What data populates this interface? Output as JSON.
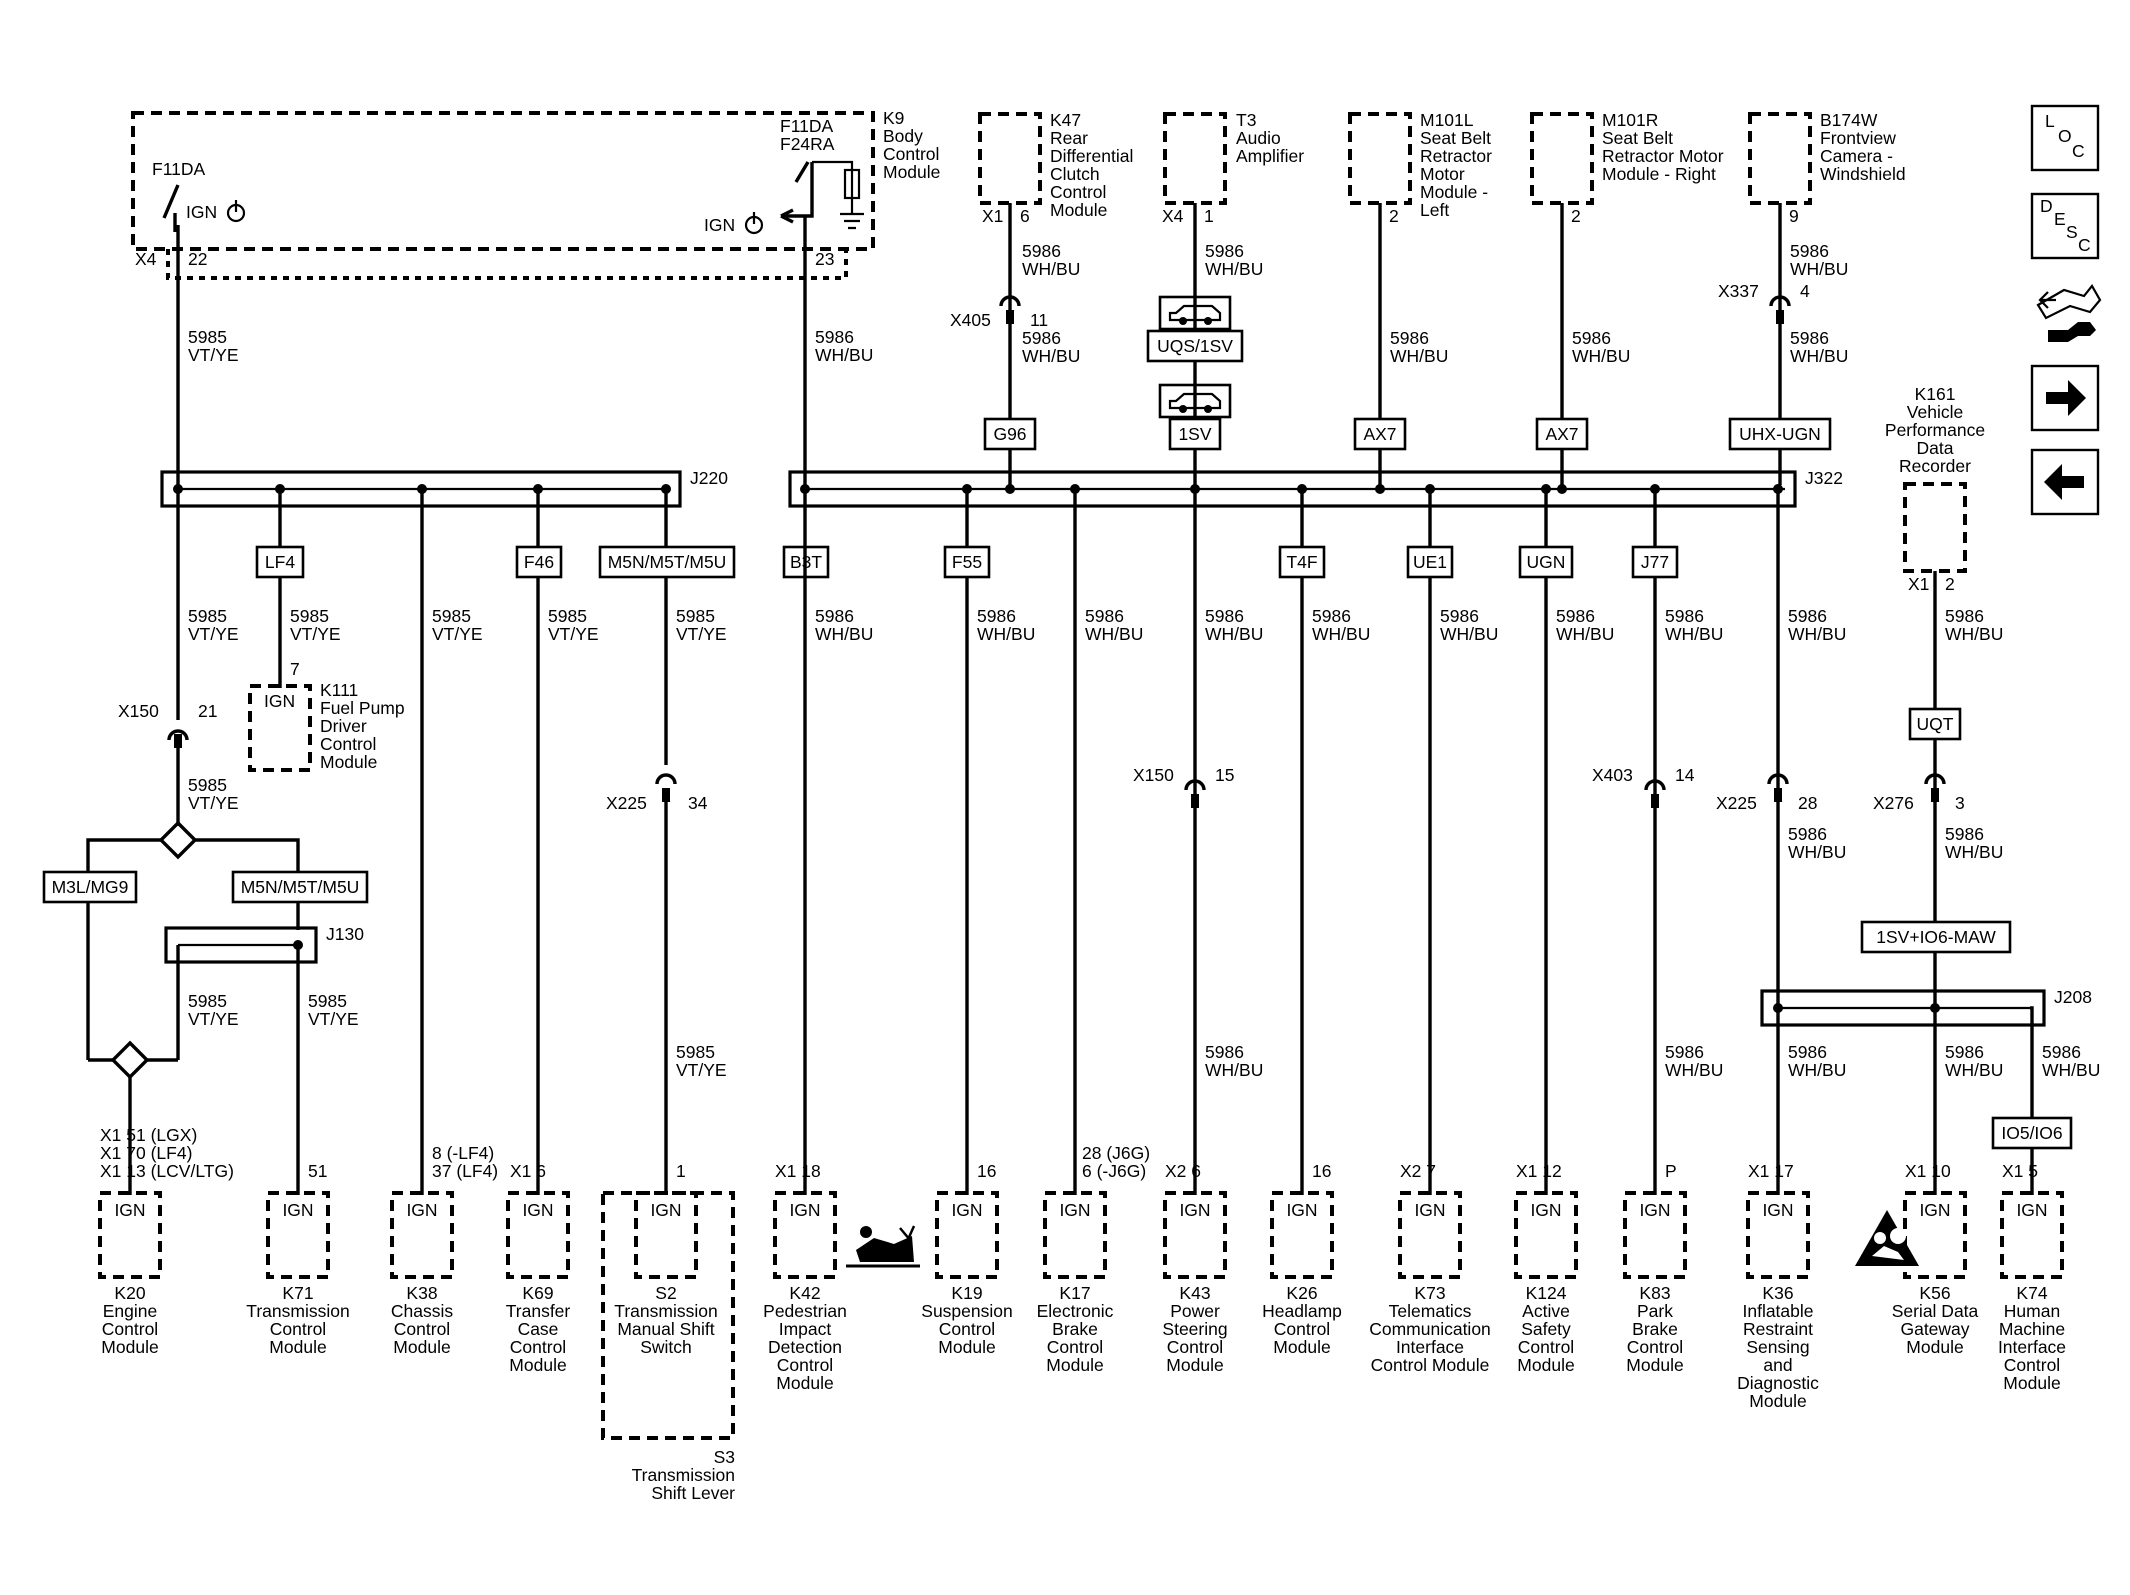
{
  "body_control": {
    "name": "K9",
    "desc_lines": [
      "Body",
      "Control",
      "Module"
    ],
    "left_switch": "F11DA",
    "left_ign": "IGN",
    "right_switch_lines": [
      "F11DA",
      "F24RA"
    ],
    "right_ign": "IGN",
    "connector": "X4",
    "pin_left": "22",
    "pin_right": "23"
  },
  "wire_main_left": [
    "5985",
    "VT/YE"
  ],
  "wire_main_right": [
    "5986",
    "WH/BU"
  ],
  "top_modules": [
    {
      "id": "K47",
      "lines": [
        "K47",
        "Rear",
        "Differential",
        "Clutch",
        "Control",
        "Module"
      ],
      "conn": "X1",
      "pin": "6",
      "wire1": [
        "5986",
        "WH/BU"
      ],
      "inline": "X405",
      "inline_pin": "11",
      "wire2": [
        "5986",
        "WH/BU"
      ],
      "option": "G96"
    },
    {
      "id": "T3",
      "lines": [
        "T3",
        "Audio",
        "Amplifier"
      ],
      "conn": "X4",
      "pin": "1",
      "wire1": [
        "5986",
        "WH/BU"
      ],
      "option_mid": "UQS/1SV",
      "option": "1SV"
    },
    {
      "id": "M101L",
      "lines": [
        "M101L",
        "Seat Belt",
        "Retractor",
        "Motor",
        "Module -",
        "Left"
      ],
      "pin": "2",
      "wire1": [
        "5986",
        "WH/BU"
      ],
      "option": "AX7"
    },
    {
      "id": "M101R",
      "lines": [
        "M101R",
        "Seat Belt",
        "Retractor Motor",
        "Module - Right"
      ],
      "pin": "2",
      "wire1": [
        "5986",
        "WH/BU"
      ],
      "option": "AX7"
    },
    {
      "id": "B174W",
      "lines": [
        "B174W",
        "Frontview",
        "Camera -",
        "Windshield"
      ],
      "pin": "9",
      "wire1": [
        "5986",
        "WH/BU"
      ],
      "inline": "X337",
      "inline_pin": "4",
      "wire2": [
        "5986",
        "WH/BU"
      ],
      "option": "UHX-UGN"
    }
  ],
  "splices": {
    "j220": "J220",
    "j322": "J322",
    "j130": "J130",
    "j208": "J208"
  },
  "left_branches": {
    "lf4": "LF4",
    "f46": "F46",
    "m5n_top": "M5N/M5T/M5U",
    "b3t": "B3T",
    "k111_lines": [
      "K111",
      "Fuel Pump",
      "Driver",
      "Control",
      "Module"
    ],
    "k111_pin": "7",
    "k111_ign": "IGN",
    "x150": "X150",
    "x150_pin": "21",
    "m3l": "M3L/MG9",
    "m5n_low": "M5N/M5T/M5U",
    "x225": "X225",
    "x225_pin": "34",
    "k20_pins": [
      "X1  51 (LGX)",
      "X1  70 (LF4)",
      "X1  13 (LCV/LTG)"
    ],
    "k38_pins": [
      "8 (-LF4)",
      "37 (LF4)"
    ],
    "k17_pins": [
      "28 (J6G)",
      "6 (-J6G)"
    ]
  },
  "right_branches": {
    "f55": "F55",
    "t4f": "T4F",
    "ue1": "UE1",
    "ugn": "UGN",
    "j77": "J77",
    "x150": "X150",
    "x150_pin": "15",
    "x403": "X403",
    "x403_pin": "14",
    "x225": "X225",
    "x225_pin": "28",
    "k161_lines": [
      "K161",
      "Vehicle",
      "Performance",
      "Data",
      "Recorder"
    ],
    "k161_conn": "X1",
    "k161_pin": "2",
    "uqt": "UQT",
    "x276": "X276",
    "x276_pin": "3",
    "io6maw": "1SV+IO6-MAW",
    "io5": "IO5/IO6"
  },
  "bottom_modules": [
    {
      "id": "K20",
      "lines": [
        "K20",
        "Engine",
        "Control",
        "Module"
      ],
      "pin_label": "",
      "ign": "IGN"
    },
    {
      "id": "K71",
      "lines": [
        "K71",
        "Transmission",
        "Control",
        "Module"
      ],
      "pin_label": "51",
      "ign": "IGN"
    },
    {
      "id": "K38",
      "lines": [
        "K38",
        "Chassis",
        "Control",
        "Module"
      ],
      "pin_label": "",
      "ign": "IGN"
    },
    {
      "id": "K69",
      "lines": [
        "K69",
        "Transfer",
        "Case",
        "Control",
        "Module"
      ],
      "pin_label": "X1  6",
      "ign": "IGN"
    },
    {
      "id": "S2",
      "lines": [
        "S2",
        "Transmission",
        "Manual Shift",
        "Switch"
      ],
      "pin_label": "1",
      "ign": "IGN"
    },
    {
      "id": "K42",
      "lines": [
        "K42",
        "Pedestrian",
        "Impact",
        "Detection",
        "Control",
        "Module"
      ],
      "pin_label": "X1  18",
      "ign": "IGN"
    },
    {
      "id": "K19",
      "lines": [
        "K19",
        "Suspension",
        "Control",
        "Module"
      ],
      "pin_label": "16",
      "ign": "IGN"
    },
    {
      "id": "K17",
      "lines": [
        "K17",
        "Electronic",
        "Brake",
        "Control",
        "Module"
      ],
      "pin_label": "",
      "ign": "IGN"
    },
    {
      "id": "K43",
      "lines": [
        "K43",
        "Power",
        "Steering",
        "Control",
        "Module"
      ],
      "pin_label": "X2  6",
      "ign": "IGN"
    },
    {
      "id": "K26",
      "lines": [
        "K26",
        "Headlamp",
        "Control",
        "Module"
      ],
      "pin_label": "16",
      "ign": "IGN"
    },
    {
      "id": "K73",
      "lines": [
        "K73",
        "Telematics",
        "Communication",
        "Interface",
        "Control Module"
      ],
      "pin_label": "X2  7",
      "ign": "IGN"
    },
    {
      "id": "K124",
      "lines": [
        "K124",
        "Active",
        "Safety",
        "Control",
        "Module"
      ],
      "pin_label": "X1  12",
      "ign": "IGN"
    },
    {
      "id": "K83",
      "lines": [
        "K83",
        "Park",
        "Brake",
        "Control",
        "Module"
      ],
      "pin_label": "P",
      "ign": "IGN"
    },
    {
      "id": "K36",
      "lines": [
        "K36",
        "Inflatable",
        "Restraint",
        "Sensing",
        "and",
        "Diagnostic",
        "Module"
      ],
      "pin_label": "X1  17",
      "ign": "IGN"
    },
    {
      "id": "K56",
      "lines": [
        "K56",
        "Serial Data",
        "Gateway",
        "Module"
      ],
      "pin_label": "X1  10",
      "ign": "IGN"
    },
    {
      "id": "K74",
      "lines": [
        "K74",
        "Human",
        "Machine",
        "Interface",
        "Control",
        "Module"
      ],
      "pin_label": "X1  5",
      "ign": "IGN"
    }
  ],
  "s3_lines": [
    "S3",
    "Transmission",
    "Shift Lever"
  ],
  "wire_left_branch": [
    "5985",
    "VT/YE"
  ],
  "wire_right_branch": [
    "5986",
    "WH/BU"
  ],
  "nav": {
    "loc": [
      "L",
      "O",
      "C"
    ],
    "desc": [
      "D",
      "E",
      "S",
      "C"
    ]
  }
}
